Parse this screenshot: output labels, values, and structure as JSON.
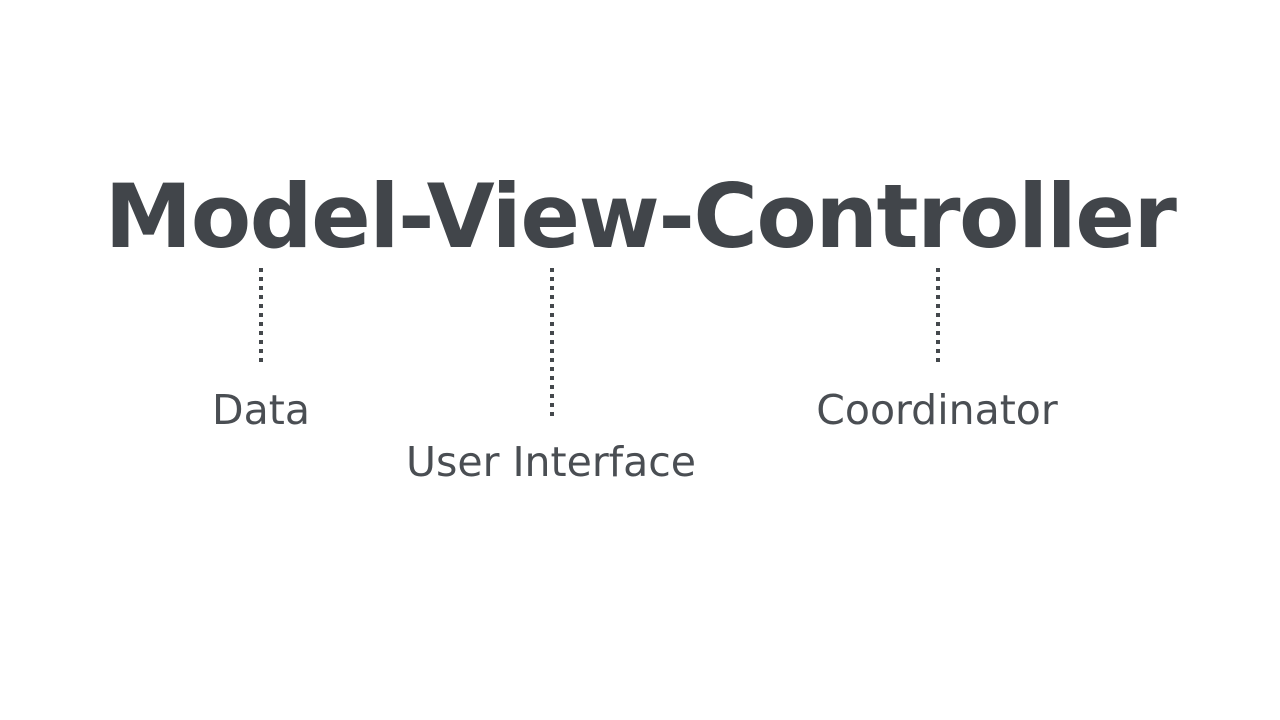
{
  "slide": {
    "background_color": "#ffffff",
    "title": {
      "text": "Model-View-Controller",
      "color": "#41454a"
    },
    "connectors": [
      {
        "name": "model-connector",
        "style": "dotted-vertical-line",
        "color": "#44484c"
      },
      {
        "name": "view-connector",
        "style": "dotted-vertical-line",
        "color": "#44484c"
      },
      {
        "name": "controller-connector",
        "style": "dotted-vertical-line",
        "color": "#44484c"
      }
    ],
    "labels": [
      {
        "term": "Model",
        "text": "Data",
        "color": "#4a4e53"
      },
      {
        "term": "View",
        "text": "User Interface",
        "color": "#4a4e53"
      },
      {
        "term": "Controller",
        "text": "Coordinator",
        "color": "#4a4e53"
      }
    ]
  }
}
